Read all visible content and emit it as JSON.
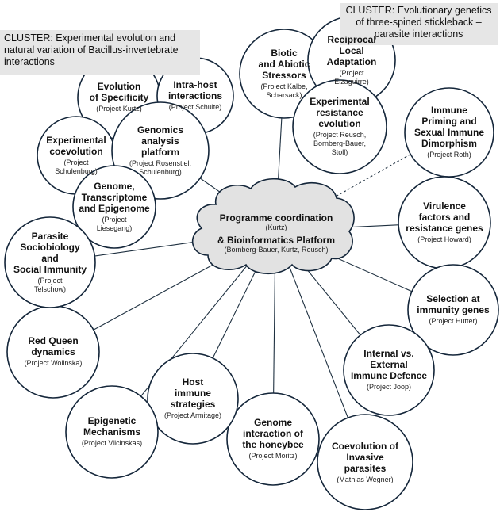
{
  "clusters": {
    "left": "CLUSTER: Experimental evolution and natural variation of Bacillus-invertebrate interactions",
    "right": "CLUSTER: Evolutionary genetics of three-spined stickleback – parasite interactions"
  },
  "hub": {
    "line1": "Programme coordination",
    "line1_sub": "(Kurtz)",
    "line2": "& Bioinformatics Platform",
    "line2_sub": "(Bornberg-Bauer, Kurtz, Reusch)"
  },
  "nodes": [
    {
      "id": "evolution-of-specificity",
      "title": "Evolution\nof Specificity",
      "sub": "(Project Kurtz)"
    },
    {
      "id": "intra-host-interactions",
      "title": "Intra-host\ninteractions",
      "sub": "(Project Schulte)"
    },
    {
      "id": "experimental-coevolution",
      "title": "Experimental\ncoevolution",
      "sub": "(Project\nSchulenburg)"
    },
    {
      "id": "genomics-analysis-platform",
      "title": "Genomics\nanalysis\nplatform",
      "sub": "(Project  Rosenstiel,\nSchulenburg)"
    },
    {
      "id": "genome-transcriptome-epigenome",
      "title": "Genome,\nTranscriptome\nand Epigenome",
      "sub": "(Project\nLiesegang)"
    },
    {
      "id": "biotic-abiotic-stressors",
      "title": "Biotic\nand Abiotic\nStressors",
      "sub": "(Project Kalbe,\nScharsack)"
    },
    {
      "id": "reciprocal-local-adaptation",
      "title": "Reciprocal\nLocal\nAdaptation",
      "sub": "(Project\nEizaguirre)"
    },
    {
      "id": "experimental-resistance-evolution",
      "title": "Experimental\nresistance\nevolution",
      "sub": "(Project Reusch,\nBornberg-Bauer,\nStoll)"
    },
    {
      "id": "immune-priming",
      "title": "Immune\nPriming and\nSexual Immune\nDimorphism",
      "sub": "(Project Roth)"
    },
    {
      "id": "virulence-factors",
      "title": "Virulence\nfactors and\nresistance genes",
      "sub": "(Project Howard)"
    },
    {
      "id": "selection-immunity-genes",
      "title": "Selection at\nimmunity genes",
      "sub": "(Project Hutter)"
    },
    {
      "id": "internal-external-defence",
      "title": "Internal vs.\nExternal\nImmune Defence",
      "sub": "(Project Joop)"
    },
    {
      "id": "coevolution-invasive-parasites",
      "title": "Coevolution of\nInvasive\nparasites",
      "sub": "(Mathias Wegner)"
    },
    {
      "id": "genome-honeybee",
      "title": "Genome\ninteraction of\nthe honeybee",
      "sub": "(Project Moritz)"
    },
    {
      "id": "host-immune-strategies",
      "title": "Host\nimmune\nstrategies",
      "sub": "(Project Armitage)"
    },
    {
      "id": "epigenetic-mechanisms",
      "title": "Epigenetic\nMechanisms",
      "sub": "(Project Vilcinskas)"
    },
    {
      "id": "red-queen-dynamics",
      "title": "Red Queen\ndynamics",
      "sub": "(Project Wolinska)"
    },
    {
      "id": "parasite-sociobiology",
      "title": "Parasite\nSociobiology\nand\nSocial Immunity",
      "sub": "(Project\nTelschow)"
    }
  ]
}
